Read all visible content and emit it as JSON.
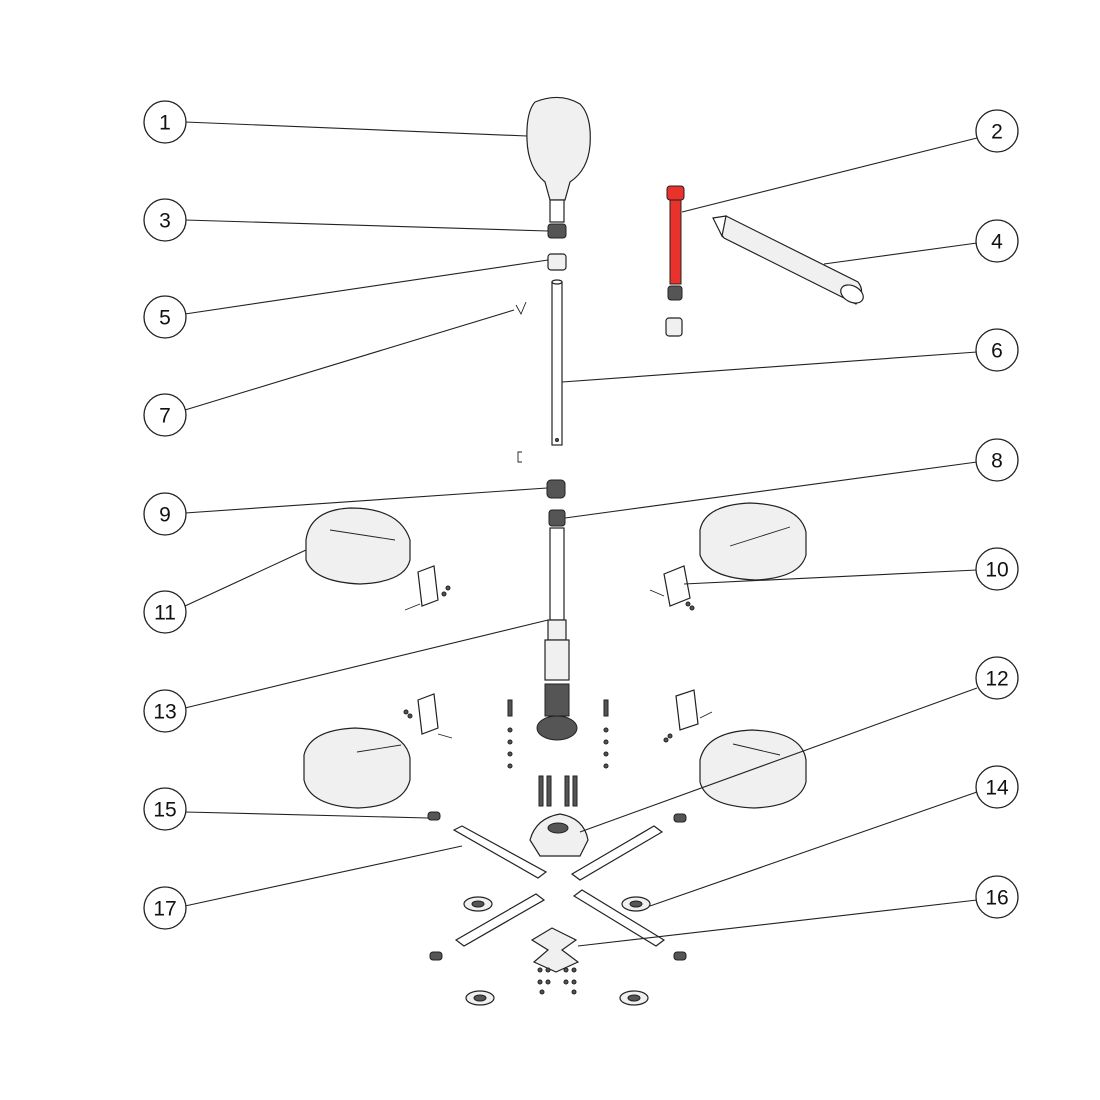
{
  "diagram": {
    "highlight_color": "#e8322b",
    "line_color": "#222222",
    "callouts": [
      {
        "label": "1"
      },
      {
        "label": "2"
      },
      {
        "label": "3"
      },
      {
        "label": "4"
      },
      {
        "label": "5"
      },
      {
        "label": "6"
      },
      {
        "label": "7"
      },
      {
        "label": "8"
      },
      {
        "label": "9"
      },
      {
        "label": "10"
      },
      {
        "label": "11"
      },
      {
        "label": "12"
      },
      {
        "label": "13"
      },
      {
        "label": "14"
      },
      {
        "label": "15"
      },
      {
        "label": "16"
      },
      {
        "label": "17"
      }
    ]
  }
}
